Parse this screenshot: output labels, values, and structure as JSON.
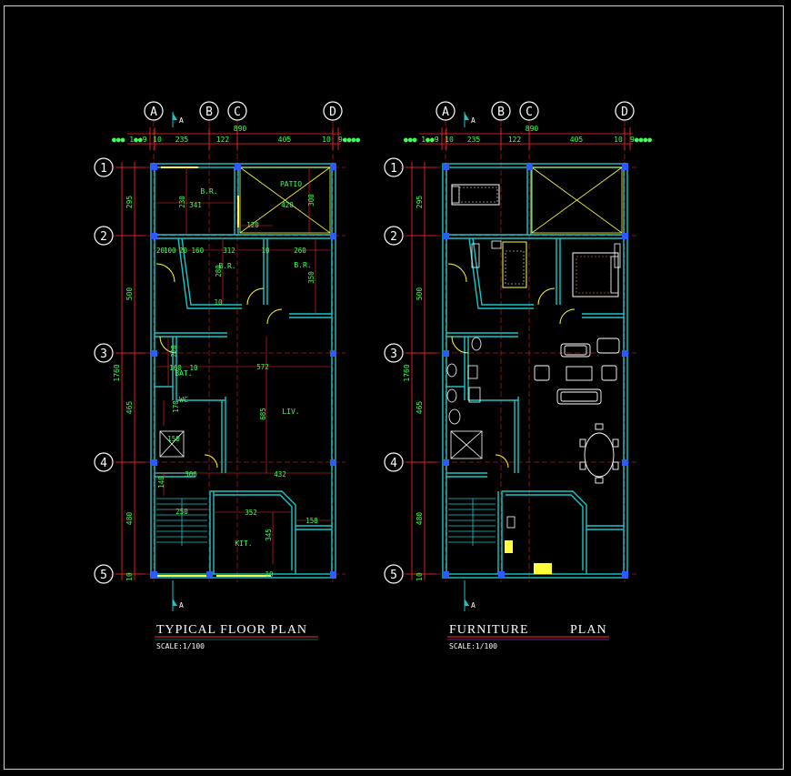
{
  "colors": {
    "background": "#000000",
    "wall": "#19c6c6",
    "dimension": "#ff2a2a",
    "text": "#3dff5a",
    "yellow": "#ffff3a",
    "white": "#ffffff"
  },
  "grid": {
    "columns": [
      "A",
      "B",
      "C",
      "D"
    ],
    "rows": [
      "1",
      "2",
      "3",
      "4",
      "5"
    ]
  },
  "dims": {
    "top_total": "890",
    "top_spans": [
      "10",
      "235",
      "122",
      "405",
      "10"
    ],
    "top_left_note": "●●● 1●●9",
    "top_right_note": "9●●●●",
    "left_total": "1760",
    "left_spans": [
      "295",
      "500",
      "465",
      "480",
      "10"
    ]
  },
  "section_mark": "A",
  "plan1": {
    "title": "TYPICAL  FLOOR  PLAN",
    "scale": "SCALE:1/100",
    "rooms": {
      "br1": "B.R.",
      "patio": "PATIO",
      "br2": "B.R.",
      "br3": "B.R.",
      "bat": "BAT.",
      "wc": "WC",
      "liv": "LIV.",
      "kit": "KIT."
    },
    "inner_dims": {
      "d341": "341",
      "d420": "420",
      "d300a": "300",
      "d230": "230",
      "d120": "120",
      "d20a": "20",
      "d100": "100",
      "d2_160": "20 160",
      "d312": "312",
      "d260": "260",
      "d10a": "10",
      "d280": "280",
      "d350": "350",
      "d10b": "10",
      "d220": "220",
      "d160": "160",
      "d10c": "10",
      "d572": "572",
      "d170": "170",
      "d685": "685",
      "d150": "150",
      "d300b": "300",
      "d432": "432",
      "d140": "140",
      "d250": "250",
      "d352": "352",
      "d345": "345",
      "d158": "158",
      "d10d": "10"
    }
  },
  "plan2": {
    "title_a": "FURNITURE",
    "title_b": "PLAN",
    "scale": "SCALE:1/100"
  }
}
